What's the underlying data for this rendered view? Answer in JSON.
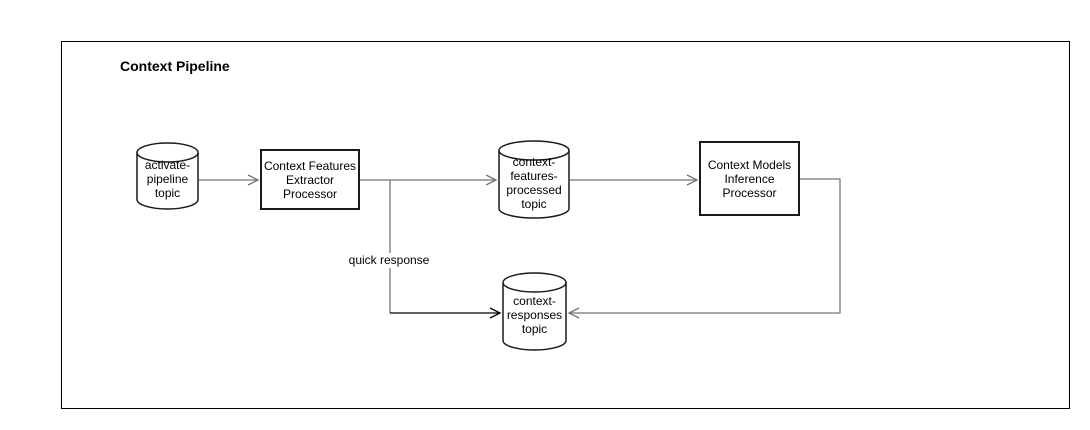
{
  "diagram": {
    "title": "Context Pipeline",
    "nodes": {
      "activate_pipeline_topic": {
        "type": "topic-cylinder",
        "label": "activate-\npipeline\ntopic"
      },
      "context_features_extractor_processor": {
        "type": "process-box",
        "label": "Context Features\nExtractor\nProcessor"
      },
      "context_features_processed_topic": {
        "type": "topic-cylinder",
        "label": "context-\nfeatures-\nprocessed\ntopic"
      },
      "context_models_inference_processor": {
        "type": "process-box",
        "label": "Context Models\nInference\nProcessor"
      },
      "context_responses_topic": {
        "type": "topic-cylinder",
        "label": "context-\nresponses\ntopic"
      }
    },
    "edges": {
      "quick_response_label": "quick response"
    },
    "colors": {
      "edge_gray": "#757575",
      "edge_black": "#000000",
      "shape_stroke": "#1a1a1a",
      "text": "#000000",
      "background": "#ffffff"
    }
  }
}
